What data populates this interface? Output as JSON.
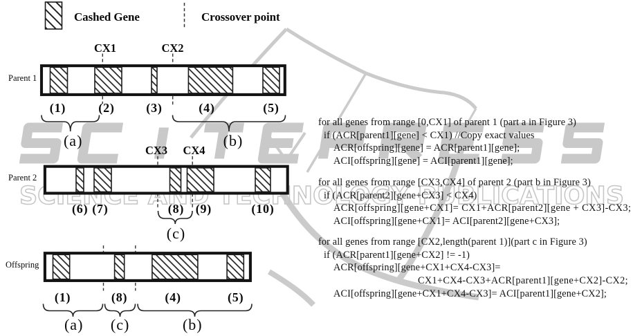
{
  "watermark": {
    "title": "SCITEPRESS",
    "subtitle": "SCIENCE AND TECHNOLOGY PUBLICATIONS",
    "color": "#c9c9c9"
  },
  "legend": {
    "cached_gene_label": "Cashed Gene",
    "crossover_point_label": "Crossover point"
  },
  "diagram": {
    "rows": [
      {
        "name": "Parent 1",
        "crossover_labels": [
          "CX1",
          "CX2"
        ],
        "gene_labels": [
          "(1)",
          "(2)",
          "(3)",
          "(4)",
          "(5)"
        ],
        "brace_labels": [
          "(a)",
          "(b)"
        ]
      },
      {
        "name": "Parent 2",
        "crossover_labels": [
          "CX3",
          "CX4"
        ],
        "gene_labels": [
          "(6)",
          "(7)",
          "(8)",
          "(9)",
          "(10)"
        ],
        "brace_labels": [
          "(c)"
        ]
      },
      {
        "name": "Offspring",
        "crossover_labels": [],
        "gene_labels": [
          "(1)",
          "(8)",
          "(4)",
          "(5)"
        ],
        "brace_labels": [
          "(a)",
          "(c)",
          "(b)"
        ]
      }
    ]
  },
  "pseudocode": {
    "paragraphs": [
      {
        "lines": [
          "for all genes from range [0,CX1] of parent 1 (part a in Figure 3)",
          "if (ACR[parent1][gene] < CX1) //Copy exact values",
          "ACR[offspring][gene] = ACR[parent1][gene];",
          "ACI[offspring][gene] = ACI[parent1][gene];"
        ]
      },
      {
        "lines": [
          "for all genes from range [CX3,CX4] of parent 2 (part b in Figure 3)",
          "if (ACR[parent2][gene+CX3] < CX4)",
          "ACR[offspring][gene+CX1]= CX1+ACR[parent2][gene + CX3]-CX3;",
          "ACI[offspring][gene+CX1]= ACI[parent2][gene+CX3];"
        ]
      },
      {
        "lines": [
          "for all genes from range [CX2,length(parent 1)](part c in Figure 3)",
          "if (ACR[parent1][gene+CX2] != -1)",
          "ACR[offspring][gene+CX1+CX4-CX3]=",
          "CX1+CX4-CX3+ACR[parent1][gene+CX2]-CX2;",
          "ACI[offspring][gene+CX1+CX4-CX3]= ACI[parent1][gene+CX2];"
        ]
      }
    ]
  }
}
